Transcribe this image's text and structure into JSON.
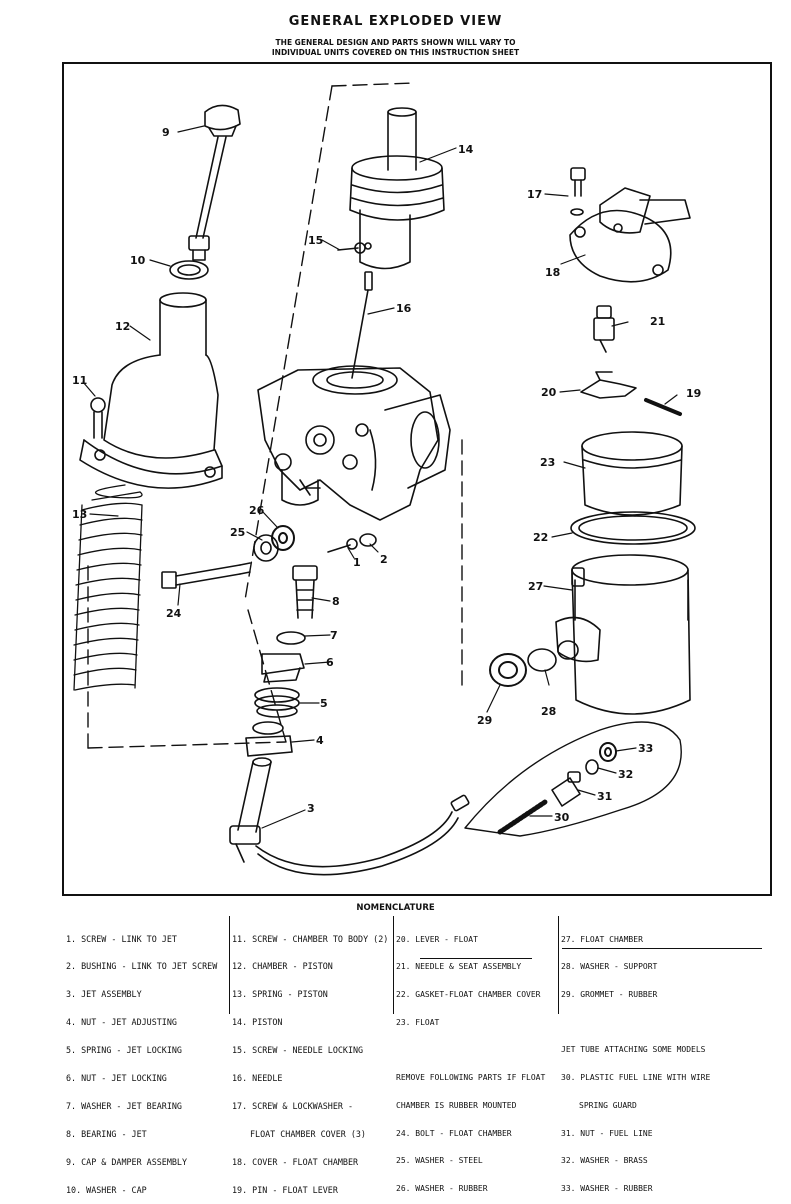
{
  "title": "GENERAL EXPLODED VIEW",
  "subtitle": [
    "THE GENERAL DESIGN AND PARTS SHOWN WILL VARY TO",
    "INDIVIDUAL UNITS COVERED ON THIS INSTRUCTION SHEET"
  ],
  "nomenclature_title": "NOMENCLATURE",
  "callouts": [
    "1",
    "2",
    "3",
    "4",
    "5",
    "6",
    "7",
    "8",
    "9",
    "10",
    "11",
    "12",
    "13",
    "14",
    "15",
    "16",
    "17",
    "18",
    "19",
    "20",
    "21",
    "22",
    "23",
    "24",
    "25",
    "26",
    "27",
    "28",
    "29",
    "30",
    "31",
    "32",
    "33"
  ],
  "nomenclature": {
    "col1": [
      "1. SCREW - LINK TO JET",
      "2. BUSHING - LINK TO JET SCREW",
      "3. JET ASSEMBLY",
      "4. NUT - JET ADJUSTING",
      "5. SPRING - JET LOCKING",
      "6. NUT - JET LOCKING",
      "7. WASHER - JET BEARING",
      "8. BEARING - JET",
      "9. CAP & DAMPER ASSEMBLY",
      "10. WASHER - CAP"
    ],
    "col2": [
      "11. SCREW - CHAMBER TO BODY (2)",
      "12. CHAMBER - PISTON",
      "13. SPRING - PISTON",
      "14. PISTON",
      "15. SCREW - NEEDLE LOCKING",
      "16. NEEDLE",
      "17. SCREW & LOCKWASHER -",
      "FLOAT CHAMBER COVER (3)",
      "18. COVER - FLOAT CHAMBER",
      "19. PIN - FLOAT LEVER"
    ],
    "col3a": [
      "20. LEVER - FLOAT",
      "21. NEEDLE & SEAT ASSEMBLY",
      "22. GASKET-FLOAT CHAMBER COVER",
      "23. FLOAT"
    ],
    "col3note": [
      "REMOVE FOLLOWING PARTS IF FLOAT",
      "CHAMBER IS RUBBER MOUNTED"
    ],
    "col3b": [
      "24. BOLT - FLOAT CHAMBER",
      "25. WASHER - STEEL",
      "26. WASHER - RUBBER"
    ],
    "col4a": [
      "27. FLOAT CHAMBER",
      "28. WASHER - SUPPORT",
      "29. GROMMET - RUBBER"
    ],
    "col4note": [
      "JET TUBE ATTACHING SOME MODELS"
    ],
    "col4b": [
      "30. PLASTIC FUEL LINE WITH WIRE",
      "SPRING GUARD",
      "31. NUT - FUEL LINE",
      "32. WASHER - BRASS",
      "33. WASHER - RUBBER"
    ]
  }
}
